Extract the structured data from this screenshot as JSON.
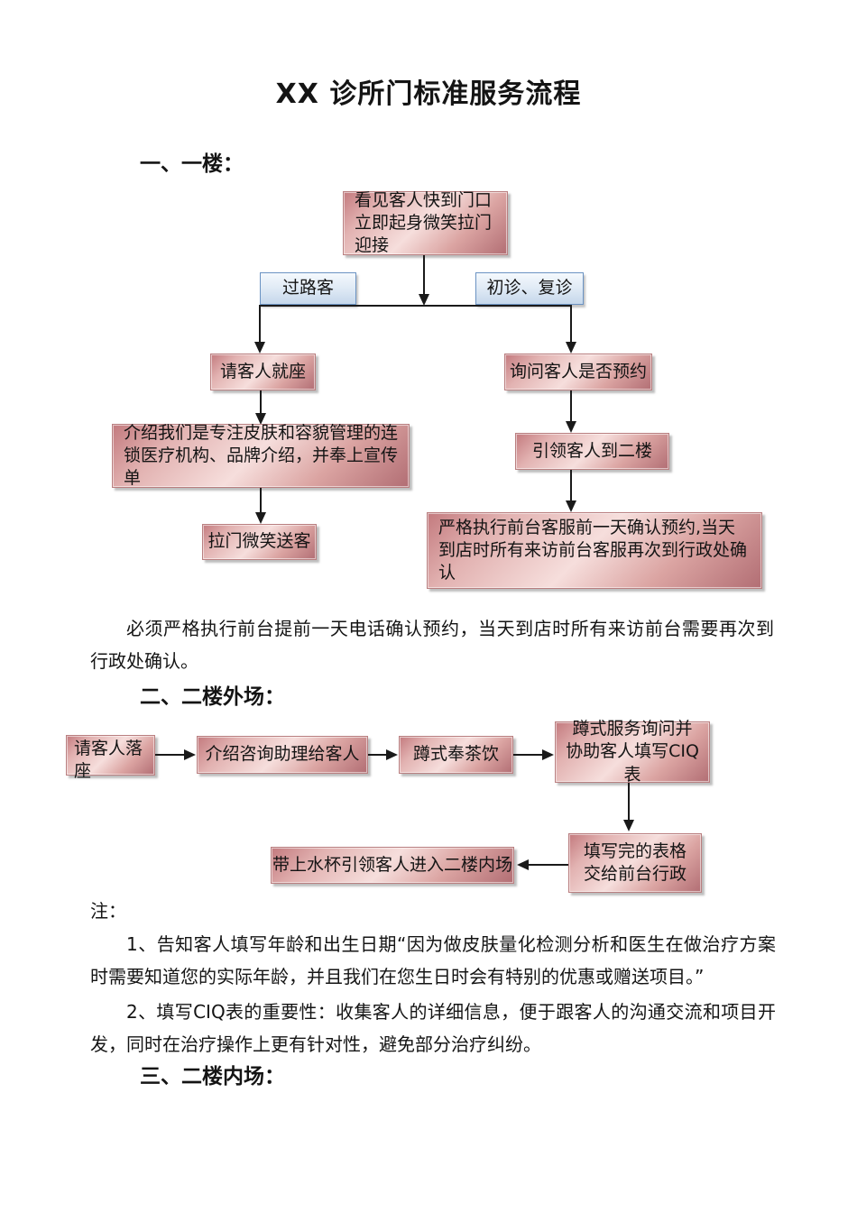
{
  "doc": {
    "title": "XX 诊所门标准服务流程",
    "section1_heading": "一、一楼：",
    "section2_heading": "二、二楼外场：",
    "section3_heading": "三、二楼内场：",
    "paragraph1": "必须严格执行前台提前一天电话确认预约，当天到店时所有来访前台需要再次到行政处确认。",
    "notes": {
      "label": "注：",
      "items": [
        "1、告知客人填写年龄和出生日期“因为做皮肤量化检测分析和医生在做治疗方案时需要知道您的实际年龄，并且我们在您生日时会有特别的优惠或赠送项目。”",
        "2、填写CIQ表的重要性：收集客人的详细信息，便于跟客人的沟通交流和项目开发，同时在治疗操作上更有针对性，避免部分治疗纠纷。"
      ]
    }
  },
  "fc1": {
    "greet": "看见客人快到门口立即起身微笑拉门迎接",
    "passerby": "过路客",
    "visit": "初诊、复诊",
    "seat": "请客人就座",
    "intro": "介绍我们是专注皮肤和容貌管理的连锁医疗机构、品牌介绍，并奉上宣传单",
    "sendoff": "拉门微笑送客",
    "ask": "询问客人是否预约",
    "lead": "引领客人到二楼",
    "strict": "严格执行前台客服前一天确认预约,当天到店时所有来访前台客服再次到行政处确认"
  },
  "fc2": {
    "seat": "请客人落座",
    "introduce": "介绍咨询助理给客人",
    "tea": "蹲式奉茶饮",
    "ciq": "蹲式服务询问并协助客人填写CIQ 表",
    "submit": "填写完的表格交给前台行政",
    "lead_in": "带上水杯引领客人进入二楼内场"
  },
  "colors": {
    "pink_box_light": "#f6dedc",
    "pink_box_dark": "#b26e74",
    "pink_box_border": "#b97f80",
    "blue_box_fill": "#dde8f4",
    "blue_box_border": "#6b93c3",
    "line_color": "#1a1a1a",
    "page_background": "#ffffff"
  }
}
